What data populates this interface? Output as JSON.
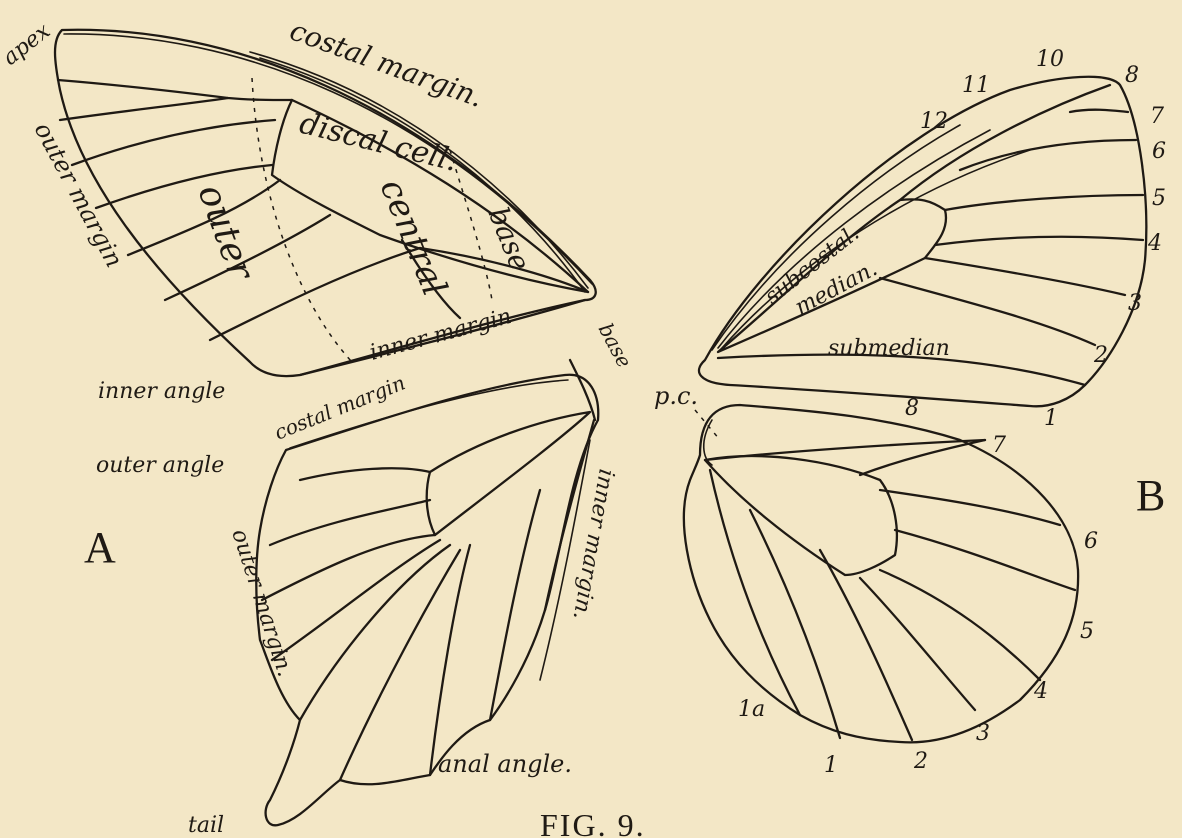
{
  "figure_a": {
    "letter": "A",
    "forewing": {
      "apex": "apex",
      "costal_margin": "costal margin.",
      "outer_margin": "outer margin",
      "discal_cell": "discal cell.",
      "outer": "outer",
      "central": "central",
      "base": "base",
      "inner_margin": "inner margin",
      "inner_angle": "inner angle"
    },
    "hindwing": {
      "costal_margin": "costal margin",
      "base": "base",
      "outer_angle": "outer angle",
      "outer_margin": "outer margin.",
      "inner_margin": "inner margin.",
      "anal_angle": "anal angle.",
      "tail": "tail"
    }
  },
  "figure_b": {
    "letter": "B",
    "forewing": {
      "subcostal": "subcostal.",
      "median": "median.",
      "submedian": "submedian",
      "vein_numbers": [
        "12",
        "11",
        "10",
        "8",
        "7",
        "6",
        "5",
        "4",
        "3",
        "2",
        "1"
      ]
    },
    "hindwing": {
      "pc": "p.c.",
      "vein_numbers": [
        "8",
        "7",
        "6",
        "5",
        "4",
        "3",
        "2",
        "1",
        "1a"
      ]
    }
  },
  "caption": "FIG. 9."
}
